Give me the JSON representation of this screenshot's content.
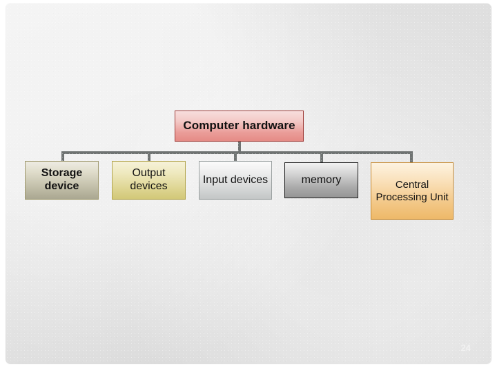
{
  "slide": {
    "page_number": "24",
    "background_color": "#e2e2e2",
    "connector_color": "#6f7372"
  },
  "diagram": {
    "type": "hierarchy",
    "root": {
      "label": "Computer hardware",
      "fill_top": "#f7dedd",
      "fill_bottom": "#e58b86",
      "border_color": "#9e3b37"
    },
    "children": [
      {
        "label": "Storage device",
        "fill_top": "#eeece3",
        "fill_bottom": "#aaa791",
        "border_color": "#a09a70"
      },
      {
        "label": "Output devices",
        "fill_top": "#f6f2d9",
        "fill_bottom": "#d2c878",
        "border_color": "#b3a64f"
      },
      {
        "label": "Input devices",
        "fill_top": "#fbfbfb",
        "fill_bottom": "#c3c6c6",
        "border_color": "#9aa0a0"
      },
      {
        "label": "memory",
        "fill_top": "#f2f2f2",
        "fill_bottom": "#959595",
        "border_color": "#1a1a1a"
      },
      {
        "label": "Central Processing Unit",
        "fill_top": "#fdf3e1",
        "fill_bottom": "#eeb969",
        "border_color": "#c78b33"
      }
    ]
  }
}
